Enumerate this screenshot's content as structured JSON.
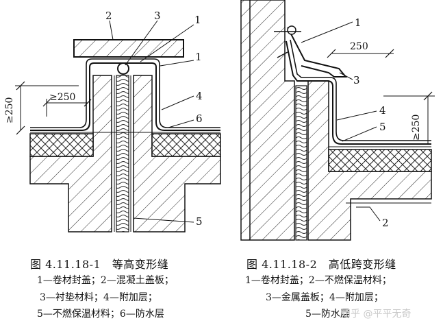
{
  "figure1": {
    "caption": "图 4.11.18-1　等高变形缝",
    "legend": [
      "1—卷材封盖；2—混凝土盖板；",
      "3—衬垫材料；4—附加层；",
      "5—不燃保温材料；6—防水层"
    ],
    "callouts": [
      "1",
      "2",
      "3",
      "1",
      "4",
      "6",
      "5"
    ],
    "dims": [
      "≥250",
      "≥250"
    ]
  },
  "figure2": {
    "caption": "图 4.11.18-2　高低跨变形缝",
    "legend": [
      "1—卷材封盖；2—不燃保温材料；",
      "3—金属盖板；4—附加层；",
      "5—防水层"
    ],
    "callouts": [
      "1",
      "3",
      "4",
      "5",
      "2"
    ],
    "dims": [
      "250",
      "≥250"
    ]
  },
  "watermark": "知乎 @平平无奇"
}
